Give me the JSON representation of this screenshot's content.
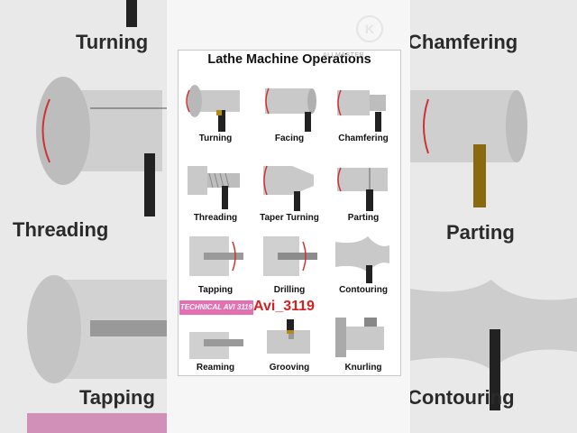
{
  "background": {
    "left_labels": [
      "Turning",
      "Threading",
      "Tapping"
    ],
    "right_labels": [
      "Chamfering",
      "Parting",
      "Contouring"
    ]
  },
  "sheet": {
    "title": "Lathe Machine Operations",
    "watermark": "ALLMASTER",
    "operations": [
      "Turning",
      "Facing",
      "Chamfering",
      "Threading",
      "Taper Turning",
      "Parting",
      "Tapping",
      "Drilling",
      "Contouring",
      "Reaming",
      "Grooving",
      "Knurling"
    ]
  },
  "overlay": {
    "logo_letter": "K",
    "channel_banner": "TECHNICAL AVI 3119",
    "handle": "Avi_3119"
  },
  "colors": {
    "accent": "#e46fb1",
    "handle": "#d32020"
  }
}
